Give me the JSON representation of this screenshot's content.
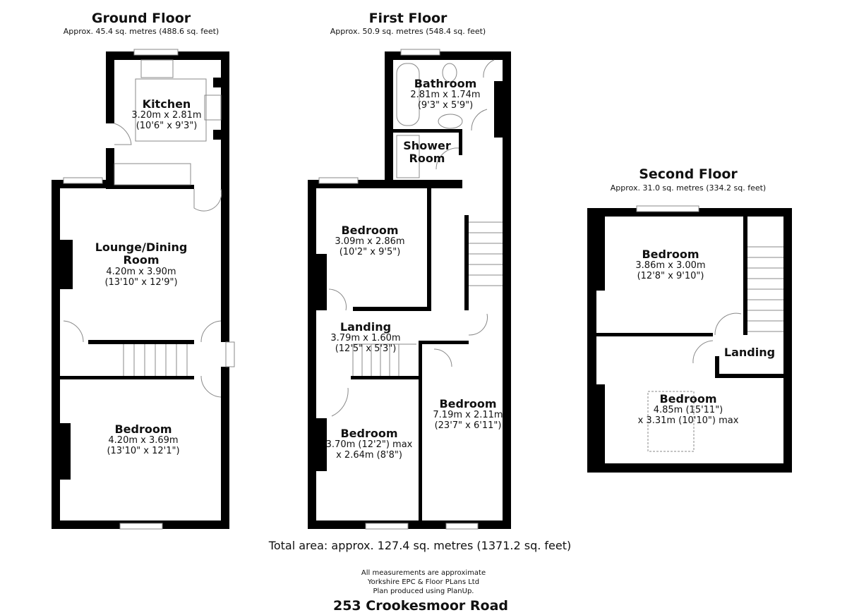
{
  "floors": [
    {
      "title": "Ground Floor",
      "area": "Approx. 45.4 sq. metres (488.6 sq. feet)",
      "rooms": [
        {
          "name": "Kitchen",
          "dim1": "3.20m x 2.81m",
          "dim2": "(10'6\" x 9'3\")"
        },
        {
          "name": "Lounge/Dining",
          "name2": "Room",
          "dim1": "4.20m x 3.90m",
          "dim2": "(13'10\" x 12'9\")"
        },
        {
          "name": "Bedroom",
          "dim1": "4.20m x 3.69m",
          "dim2": "(13'10\" x 12'1\")"
        }
      ]
    },
    {
      "title": "First Floor",
      "area": "Approx. 50.9 sq. metres (548.4 sq. feet)",
      "rooms": [
        {
          "name": "Bathroom",
          "dim1": "2.81m x 1.74m",
          "dim2": "(9'3\" x 5'9\")"
        },
        {
          "name": "Shower",
          "name2": "Room"
        },
        {
          "name": "Bedroom",
          "dim1": "3.09m x 2.86m",
          "dim2": "(10'2\" x 9'5\")"
        },
        {
          "name": "Landing",
          "dim1": "3.79m x 1.60m",
          "dim2": "(12'5\" x 5'3\")"
        },
        {
          "name": "Bedroom",
          "dim1": "7.19m x 2.11m",
          "dim2": "(23'7\" x 6'11\")"
        },
        {
          "name": "Bedroom",
          "dim1": "3.70m (12'2\") max",
          "dim2": "x 2.64m (8'8\")"
        }
      ]
    },
    {
      "title": "Second Floor",
      "area": "Approx. 31.0 sq. metres (334.2 sq. feet)",
      "rooms": [
        {
          "name": "Bedroom",
          "dim1": "3.86m x 3.00m",
          "dim2": "(12'8\" x 9'10\")"
        },
        {
          "name": "Landing"
        },
        {
          "name": "Bedroom",
          "dim1": "4.85m (15'11\")",
          "dim2": "x 3.31m (10'10\") max"
        }
      ]
    }
  ],
  "total_area": "Total area: approx. 127.4 sq. metres (1371.2 sq. feet)",
  "disclaimer": [
    "All measurements are approximate",
    "Yorkshire EPC & Floor PLans  Ltd",
    "Plan produced using PlanUp."
  ],
  "address": "253 Crookesmoor Road"
}
